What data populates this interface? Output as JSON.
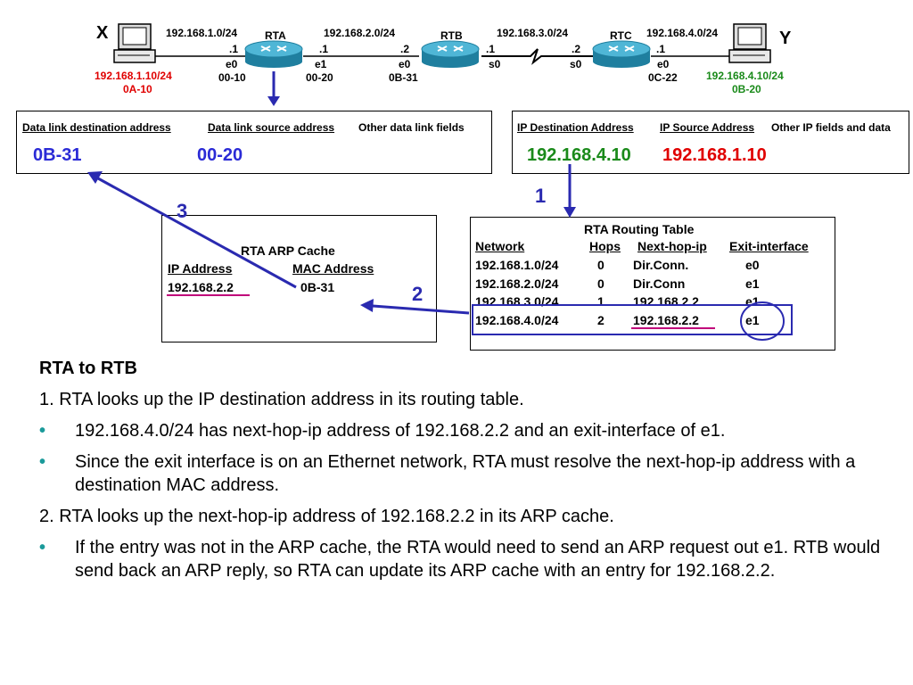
{
  "colors": {
    "red": "#e00000",
    "green": "#1a8a1a",
    "blue": "#2a2ad6",
    "router": "#2e9fbf",
    "bullet": "#1a9a9a",
    "underline_mark": "#c0007a"
  },
  "topology": {
    "host_x": {
      "name": "X",
      "ip": "192.168.1.10/24",
      "mac": "0A-10",
      "icon": "computer-icon"
    },
    "host_y": {
      "name": "Y",
      "ip": "192.168.4.10/24",
      "mac": "0B-20",
      "icon": "computer-icon"
    },
    "net1": "192.168.1.0/24",
    "net2": "192.168.2.0/24",
    "net3": "192.168.3.0/24",
    "net4": "192.168.4.0/24",
    "rta": {
      "name": "RTA",
      "left_host": ".1",
      "left_if": "e0",
      "left_mac": "00-10",
      "right_host": ".1",
      "right_if": "e1",
      "right_mac": "00-20",
      "icon": "router-icon"
    },
    "rtb": {
      "name": "RTB",
      "left_host": ".2",
      "left_if": "e0",
      "left_mac": "0B-31",
      "right_host": ".1",
      "right_if": "s0",
      "icon": "router-icon"
    },
    "rtc": {
      "name": "RTC",
      "left_host": ".2",
      "left_if": "s0",
      "right_host": ".1",
      "right_if": "e0",
      "right_mac": "0C-22",
      "icon": "router-icon"
    }
  },
  "dl_frame": {
    "headers": [
      "Data link destination address",
      "Data link source address",
      "Other data link fields"
    ],
    "dest": "0B-31",
    "src": "00-20"
  },
  "ip_packet": {
    "headers": [
      "IP Destination Address",
      "IP Source Address",
      "Other IP fields and data"
    ],
    "dest": "192.168.4.10",
    "src": "192.168.1.10"
  },
  "steps": [
    "1",
    "2",
    "3"
  ],
  "arp_cache": {
    "title": "RTA ARP Cache",
    "headers": [
      "IP Address",
      "MAC Address"
    ],
    "rows": [
      [
        "192.168.2.2",
        "0B-31"
      ]
    ]
  },
  "routing_table": {
    "title": "RTA Routing Table",
    "headers": [
      "Network",
      "Hops",
      "Next-hop-ip",
      "Exit-interface"
    ],
    "rows": [
      [
        "192.168.1.0/24",
        "0",
        "Dir.Conn.",
        "e0"
      ],
      [
        "192.168.2.0/24",
        "0",
        "Dir.Conn",
        "e1"
      ],
      [
        "192.168.3.0/24",
        "1",
        "192.168.2.2",
        "e1"
      ],
      [
        "192.168.4.0/24",
        "2",
        "192.168.2.2",
        "e1"
      ]
    ]
  },
  "notes": {
    "heading": "RTA to RTB",
    "step1": "1.  RTA looks up the IP destination address in its routing table.",
    "bullet1": "192.168.4.0/24 has next-hop-ip address of 192.168.2.2 and an exit-interface of e1.",
    "bullet2": "Since the exit interface is on an Ethernet network,  RTA must resolve the next-hop-ip address with a destination MAC address.",
    "step2": "2.  RTA looks up the next-hop-ip address of 192.168.2.2 in its ARP cache.",
    "bullet3": "If the entry was not in the ARP cache, the RTA would need to send an ARP request out e1.  RTB would send back an ARP reply, so RTA can update its ARP cache with an entry for 192.168.2.2."
  }
}
